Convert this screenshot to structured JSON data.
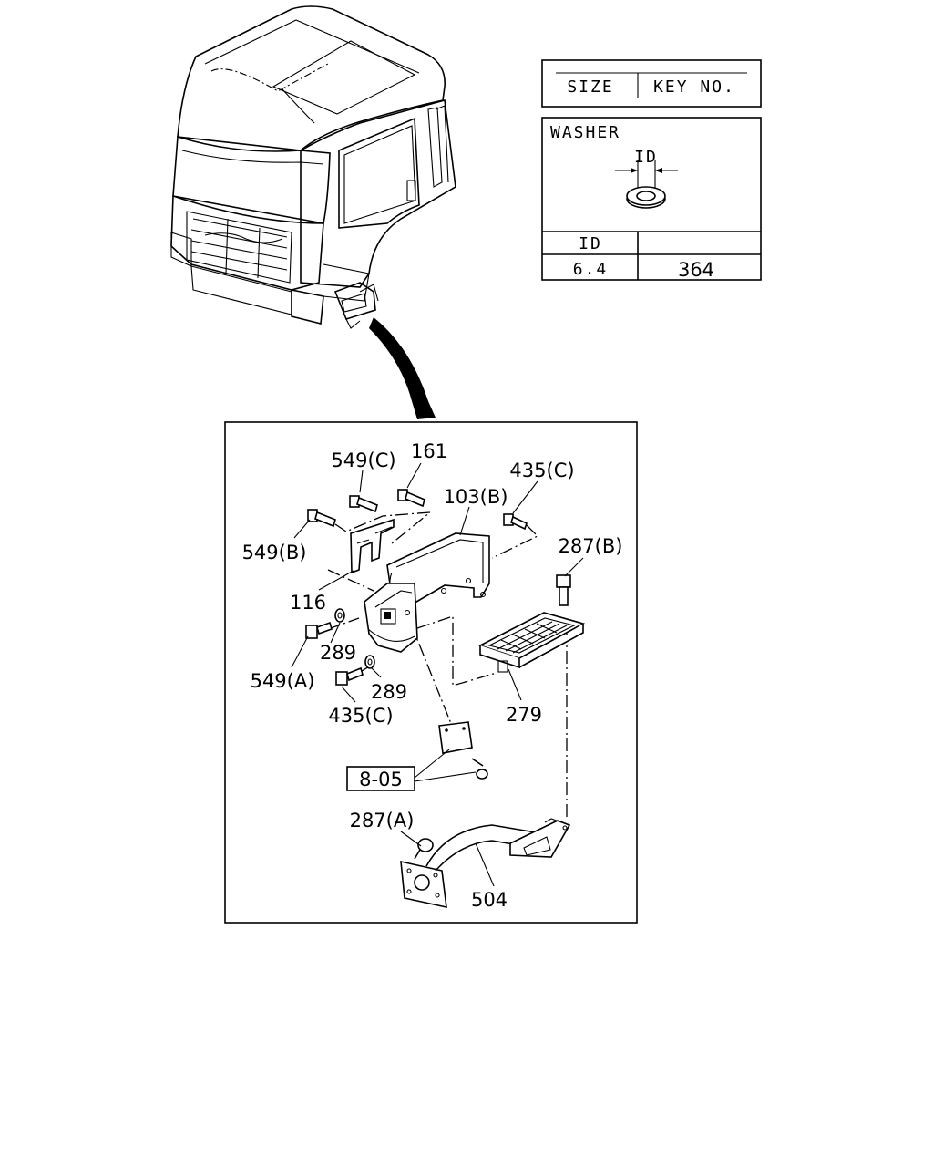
{
  "size_table": {
    "col_size": "SIZE",
    "col_key": "KEY NO."
  },
  "washer_table": {
    "title": "WASHER",
    "dim_label": "ID",
    "header_id": "ID",
    "rows": [
      {
        "id": "6.4",
        "key": "364"
      }
    ]
  },
  "callouts": {
    "c549c": "549(C)",
    "c161": "161",
    "c435c_top": "435(C)",
    "c103b": "103(B)",
    "c549b": "549(B)",
    "c287b": "287(B)",
    "c116": "116",
    "c289_a": "289",
    "c549a": "549(A)",
    "c289_b": "289",
    "c435c_bottom": "435(C)",
    "c279": "279",
    "ref_805": "8-05",
    "c287a": "287(A)",
    "c504": "504"
  }
}
